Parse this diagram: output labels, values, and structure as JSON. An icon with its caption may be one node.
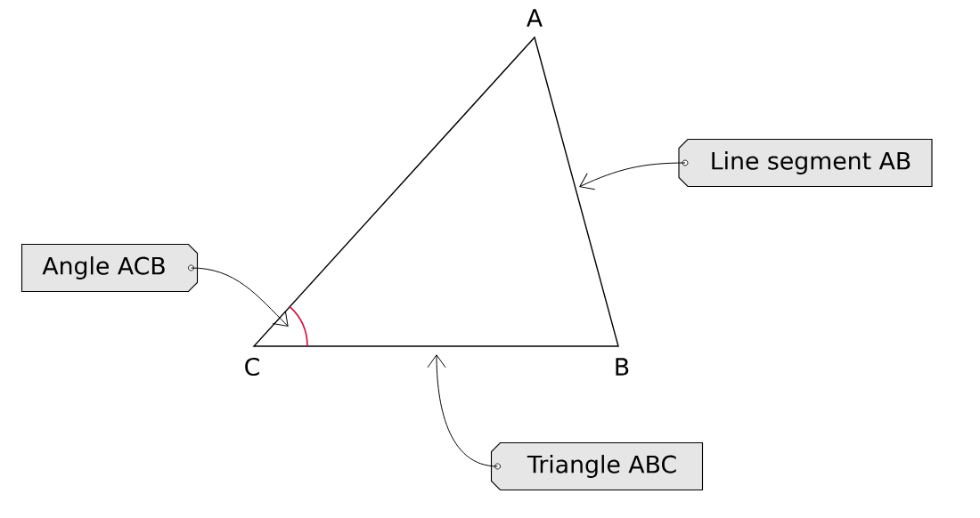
{
  "diagram": {
    "nodes": [
      {
        "text": [
          "Line segment AB"
        ]
      },
      {
        "text": [
          "Angle ACB"
        ]
      },
      {
        "text": [
          "Triangle ABC"
        ]
      },
      {
        "text": [],
        "shape": "arc"
      }
    ],
    "edges": [
      {
        "from": 0,
        "to": null,
        "arrow": "to"
      },
      {
        "from": 1,
        "to": 3,
        "arrow": "to"
      },
      {
        "from": 2,
        "to": null,
        "arrow": "to"
      }
    ],
    "labels": [
      "A",
      "C",
      "B"
    ]
  }
}
